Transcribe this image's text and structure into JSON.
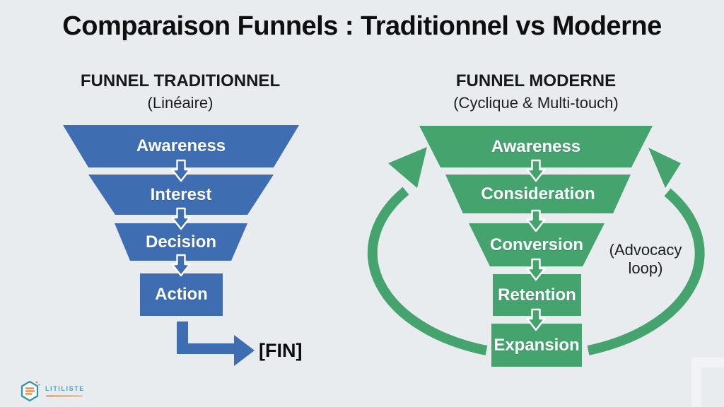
{
  "title": "Comparaison Funnels : Traditionnel vs Moderne",
  "colors": {
    "blue": "#3E6DB2",
    "green": "#45A36E",
    "background": "#E9ECEF",
    "stage_text": "#FAFCFE",
    "logo_teal": "#46A0B5",
    "logo_orange": "#E8833A"
  },
  "traditional_funnel": {
    "heading": "FUNNEL TRADITIONNEL",
    "subheading": "(Linéaire)",
    "stages": [
      "Awareness",
      "Interest",
      "Decision",
      "Action"
    ],
    "end_label": "[FIN]"
  },
  "modern_funnel": {
    "heading": "FUNNEL MODERNE",
    "subheading": "(Cyclique & Multi-touch)",
    "stages": [
      "Awareness",
      "Consideration",
      "Conversion",
      "Retention",
      "Expansion"
    ],
    "loop_label": "(Advocacy loop)"
  },
  "logo": {
    "brand": "LITILISTE"
  }
}
